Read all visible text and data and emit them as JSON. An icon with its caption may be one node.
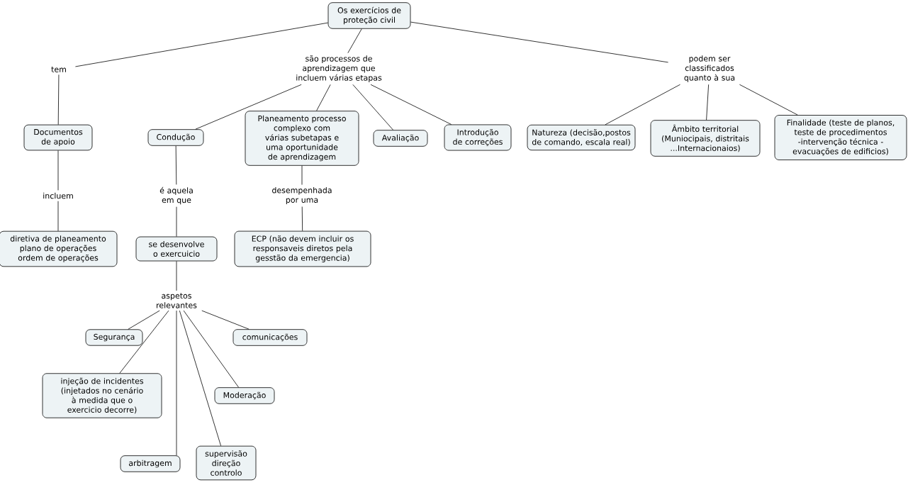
{
  "diagram": {
    "nodes": [
      {
        "text": [
          "Os exercícios de proteção civil"
        ]
      },
      {
        "text": [
          "tem"
        ]
      },
      {
        "text": [
          "são processos de aprendizagem que incluem  várias etapas"
        ]
      },
      {
        "text": [
          "podem ser classificados quanto à sua"
        ]
      },
      {
        "text": [
          "Documentos de apoio"
        ]
      },
      {
        "text": [
          "Condução"
        ]
      },
      {
        "text": [
          "Planeamento processo complexo com várias subetapas e uma oportunidade de aprendizagem"
        ]
      },
      {
        "text": [
          "Avaliação"
        ]
      },
      {
        "text": [
          "Introdução de correções"
        ]
      },
      {
        "text": [
          "Natureza (decisão,postos de comando, escala real)"
        ]
      },
      {
        "text": [
          "Âmbito territorial (Muniocipais, distritais ...Internacionaios)"
        ]
      },
      {
        "text": [
          "Finalidade (teste de planos, teste de procedimentos -intervenção técnica - evacuações de edificios)"
        ]
      },
      {
        "text": [
          "incluem"
        ]
      },
      {
        "text": [
          "é aquela em que"
        ]
      },
      {
        "text": [
          "desempenhada por uma"
        ]
      },
      {
        "text": [
          "diretiva de planeamento plano de operações ordem de operações"
        ]
      },
      {
        "text": [
          "se desenvolve o exercuicio"
        ]
      },
      {
        "text": [
          "ECP (não devem incluir os responsaveis diretos pela gesstão da emergencia)"
        ]
      },
      {
        "text": [
          "aspetos relevantes"
        ]
      },
      {
        "text": [
          "Segurança"
        ]
      },
      {
        "text": [
          "comunicações"
        ]
      },
      {
        "text": [
          "injeção de incidentes (injetados no cenário à medida que o exercicio decorre)"
        ]
      },
      {
        "text": [
          "Moderação"
        ]
      },
      {
        "text": [
          "arbitragem"
        ]
      },
      {
        "text": [
          "supervisão direção controlo"
        ]
      }
    ],
    "edges": [
      {
        "from": 0,
        "to": 1,
        "arrow": "none"
      },
      {
        "from": 0,
        "to": 2,
        "arrow": "none"
      },
      {
        "from": 0,
        "to": 3,
        "arrow": "none"
      },
      {
        "from": 1,
        "to": 4,
        "arrow": "none"
      },
      {
        "from": 2,
        "to": 5,
        "arrow": "none"
      },
      {
        "from": 2,
        "to": 6,
        "arrow": "none"
      },
      {
        "from": 2,
        "to": 7,
        "arrow": "none"
      },
      {
        "from": 2,
        "to": 8,
        "arrow": "none"
      },
      {
        "from": 3,
        "to": 9,
        "arrow": "none"
      },
      {
        "from": 3,
        "to": 10,
        "arrow": "none"
      },
      {
        "from": 3,
        "to": 11,
        "arrow": "none"
      },
      {
        "from": 4,
        "to": 12,
        "arrow": "none"
      },
      {
        "from": 12,
        "to": 15,
        "arrow": "none"
      },
      {
        "from": 5,
        "to": 13,
        "arrow": "none"
      },
      {
        "from": 13,
        "to": 16,
        "arrow": "none"
      },
      {
        "from": 6,
        "to": 14,
        "arrow": "none"
      },
      {
        "from": 14,
        "to": 17,
        "arrow": "none"
      },
      {
        "from": 16,
        "to": 18,
        "arrow": "none"
      },
      {
        "from": 18,
        "to": 19,
        "arrow": "none"
      },
      {
        "from": 18,
        "to": 20,
        "arrow": "none"
      },
      {
        "from": 18,
        "to": 21,
        "arrow": "none"
      },
      {
        "from": 18,
        "to": 22,
        "arrow": "none"
      },
      {
        "from": 18,
        "to": 23,
        "arrow": "none"
      },
      {
        "from": 18,
        "to": 24,
        "arrow": "none"
      }
    ]
  }
}
